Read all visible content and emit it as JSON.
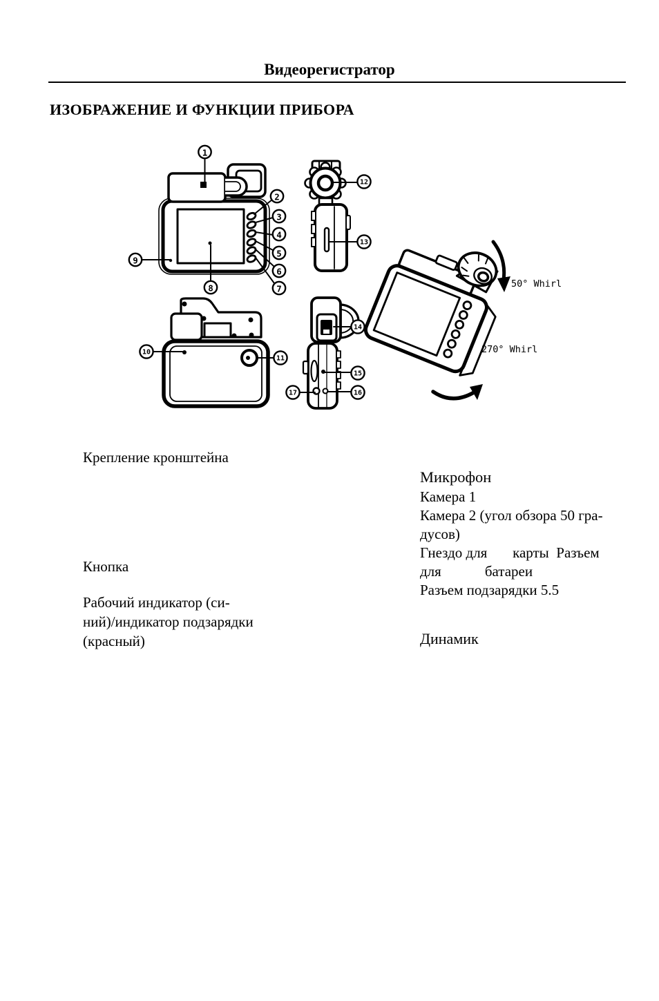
{
  "page": {
    "header_title": "Видеорегистратор",
    "section_title": "ИЗОБРАЖЕНИЕ И ФУНКЦИИ ПРИБОРА"
  },
  "diagram": {
    "callouts": [
      "1",
      "2",
      "3",
      "4",
      "5",
      "6",
      "7",
      "8",
      "9",
      "10",
      "11",
      "12",
      "13",
      "14",
      "15",
      "16",
      "17"
    ],
    "rotation_labels": {
      "camera_tilt": "50° Whirl",
      "base_rotation": "270° Whirl"
    }
  },
  "labels": {
    "left": {
      "bracket_mount": "Крепление кронштейна",
      "button": "Кнопка",
      "indicator": "Рабочий индикатор (си-\nний)/индикатор подзарядки\n(красный)"
    },
    "right": {
      "microphone": "Микрофон",
      "camera1": "Камера 1",
      "camera2": "Камера 2 (угол обзора 50 гра-\nдусов)",
      "card_battery": "Гнездо для       карты  Разъем\nдля            батареи",
      "charging": "Разъем подзарядки 5.5",
      "speaker": "Динамик"
    }
  }
}
